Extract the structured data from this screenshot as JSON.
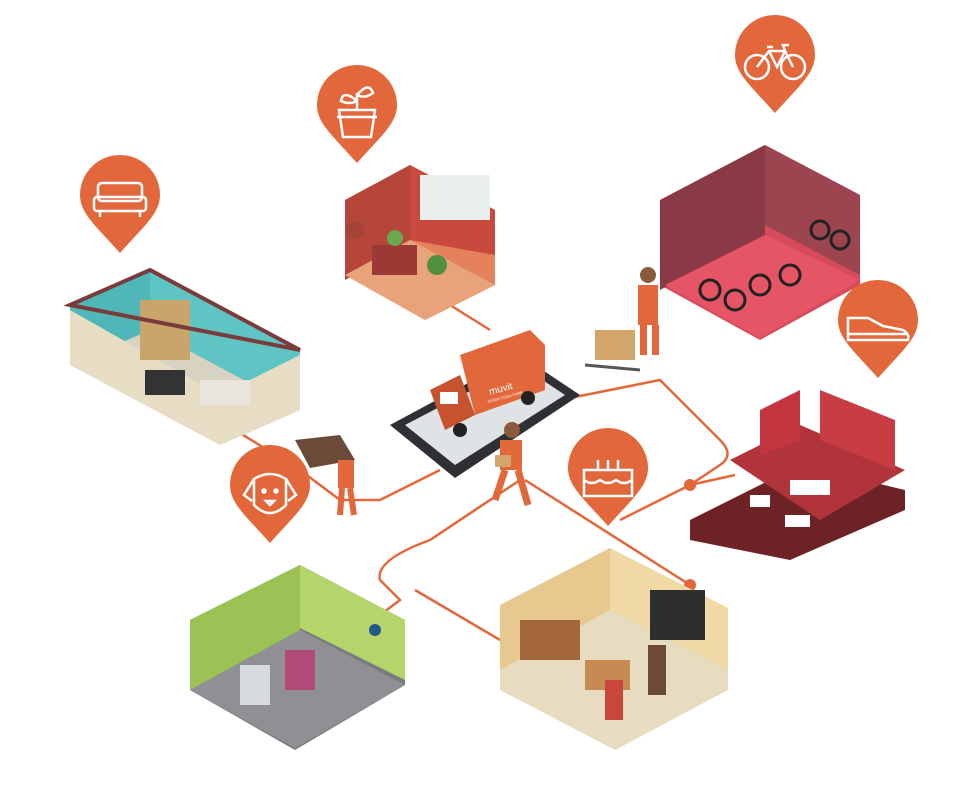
{
  "brand": {
    "logo_text": "muvit",
    "tagline": "GUIDA COSA FARE"
  },
  "colors": {
    "accent": "#E2673A",
    "line": "#E2673A",
    "dark": "#3a3a40"
  },
  "pins": [
    {
      "icon": "sofa-icon",
      "category": "furniture"
    },
    {
      "icon": "plant-icon",
      "category": "plants"
    },
    {
      "icon": "bicycle-icon",
      "category": "bikes"
    },
    {
      "icon": "sneaker-icon",
      "category": "shoes"
    },
    {
      "icon": "dog-icon",
      "category": "pets"
    },
    {
      "icon": "cake-icon",
      "category": "bakery"
    }
  ]
}
